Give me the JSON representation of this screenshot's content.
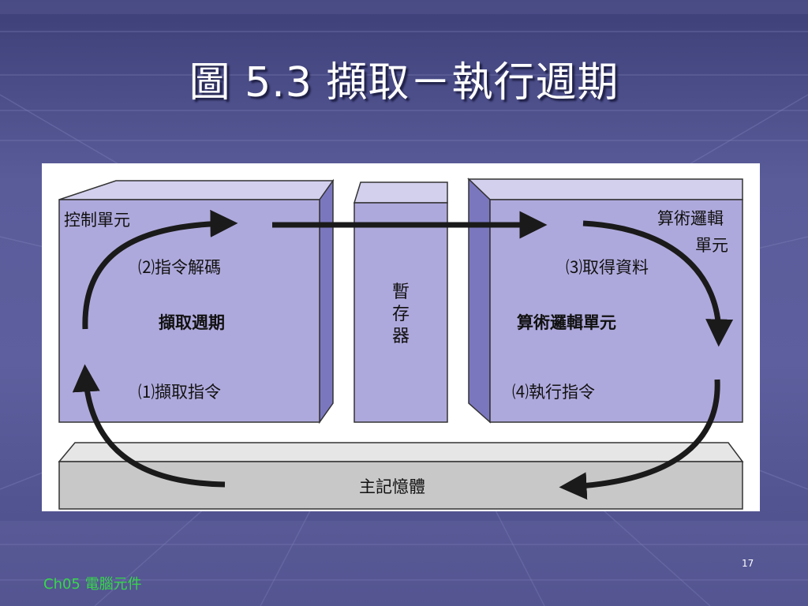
{
  "slide": {
    "title": "圖 5.3 擷取－執行週期",
    "footer": "Ch05 電腦元件",
    "page_number": "17"
  },
  "diagram": {
    "control_unit": {
      "label": "控制單元",
      "step2": "⑵指令解碼",
      "cycle": "擷取週期",
      "step1": "⑴擷取指令"
    },
    "register": {
      "label": "暫存器"
    },
    "alu": {
      "label": "算術邏輯單元",
      "label_top_line1": "算術邏輯",
      "label_top_line2": "單元",
      "step3": "⑶取得資料",
      "step4": "⑷執行指令"
    },
    "memory": {
      "label": "主記憶體"
    }
  },
  "colors": {
    "box_front": "#aea9dc",
    "box_top": "#d3d0ee",
    "box_side": "#7b77bf",
    "memory_front": "#c8c8c8",
    "memory_top": "#e6e6e6",
    "arrow": "#1a1a1a",
    "footer_text": "#35d84a"
  }
}
